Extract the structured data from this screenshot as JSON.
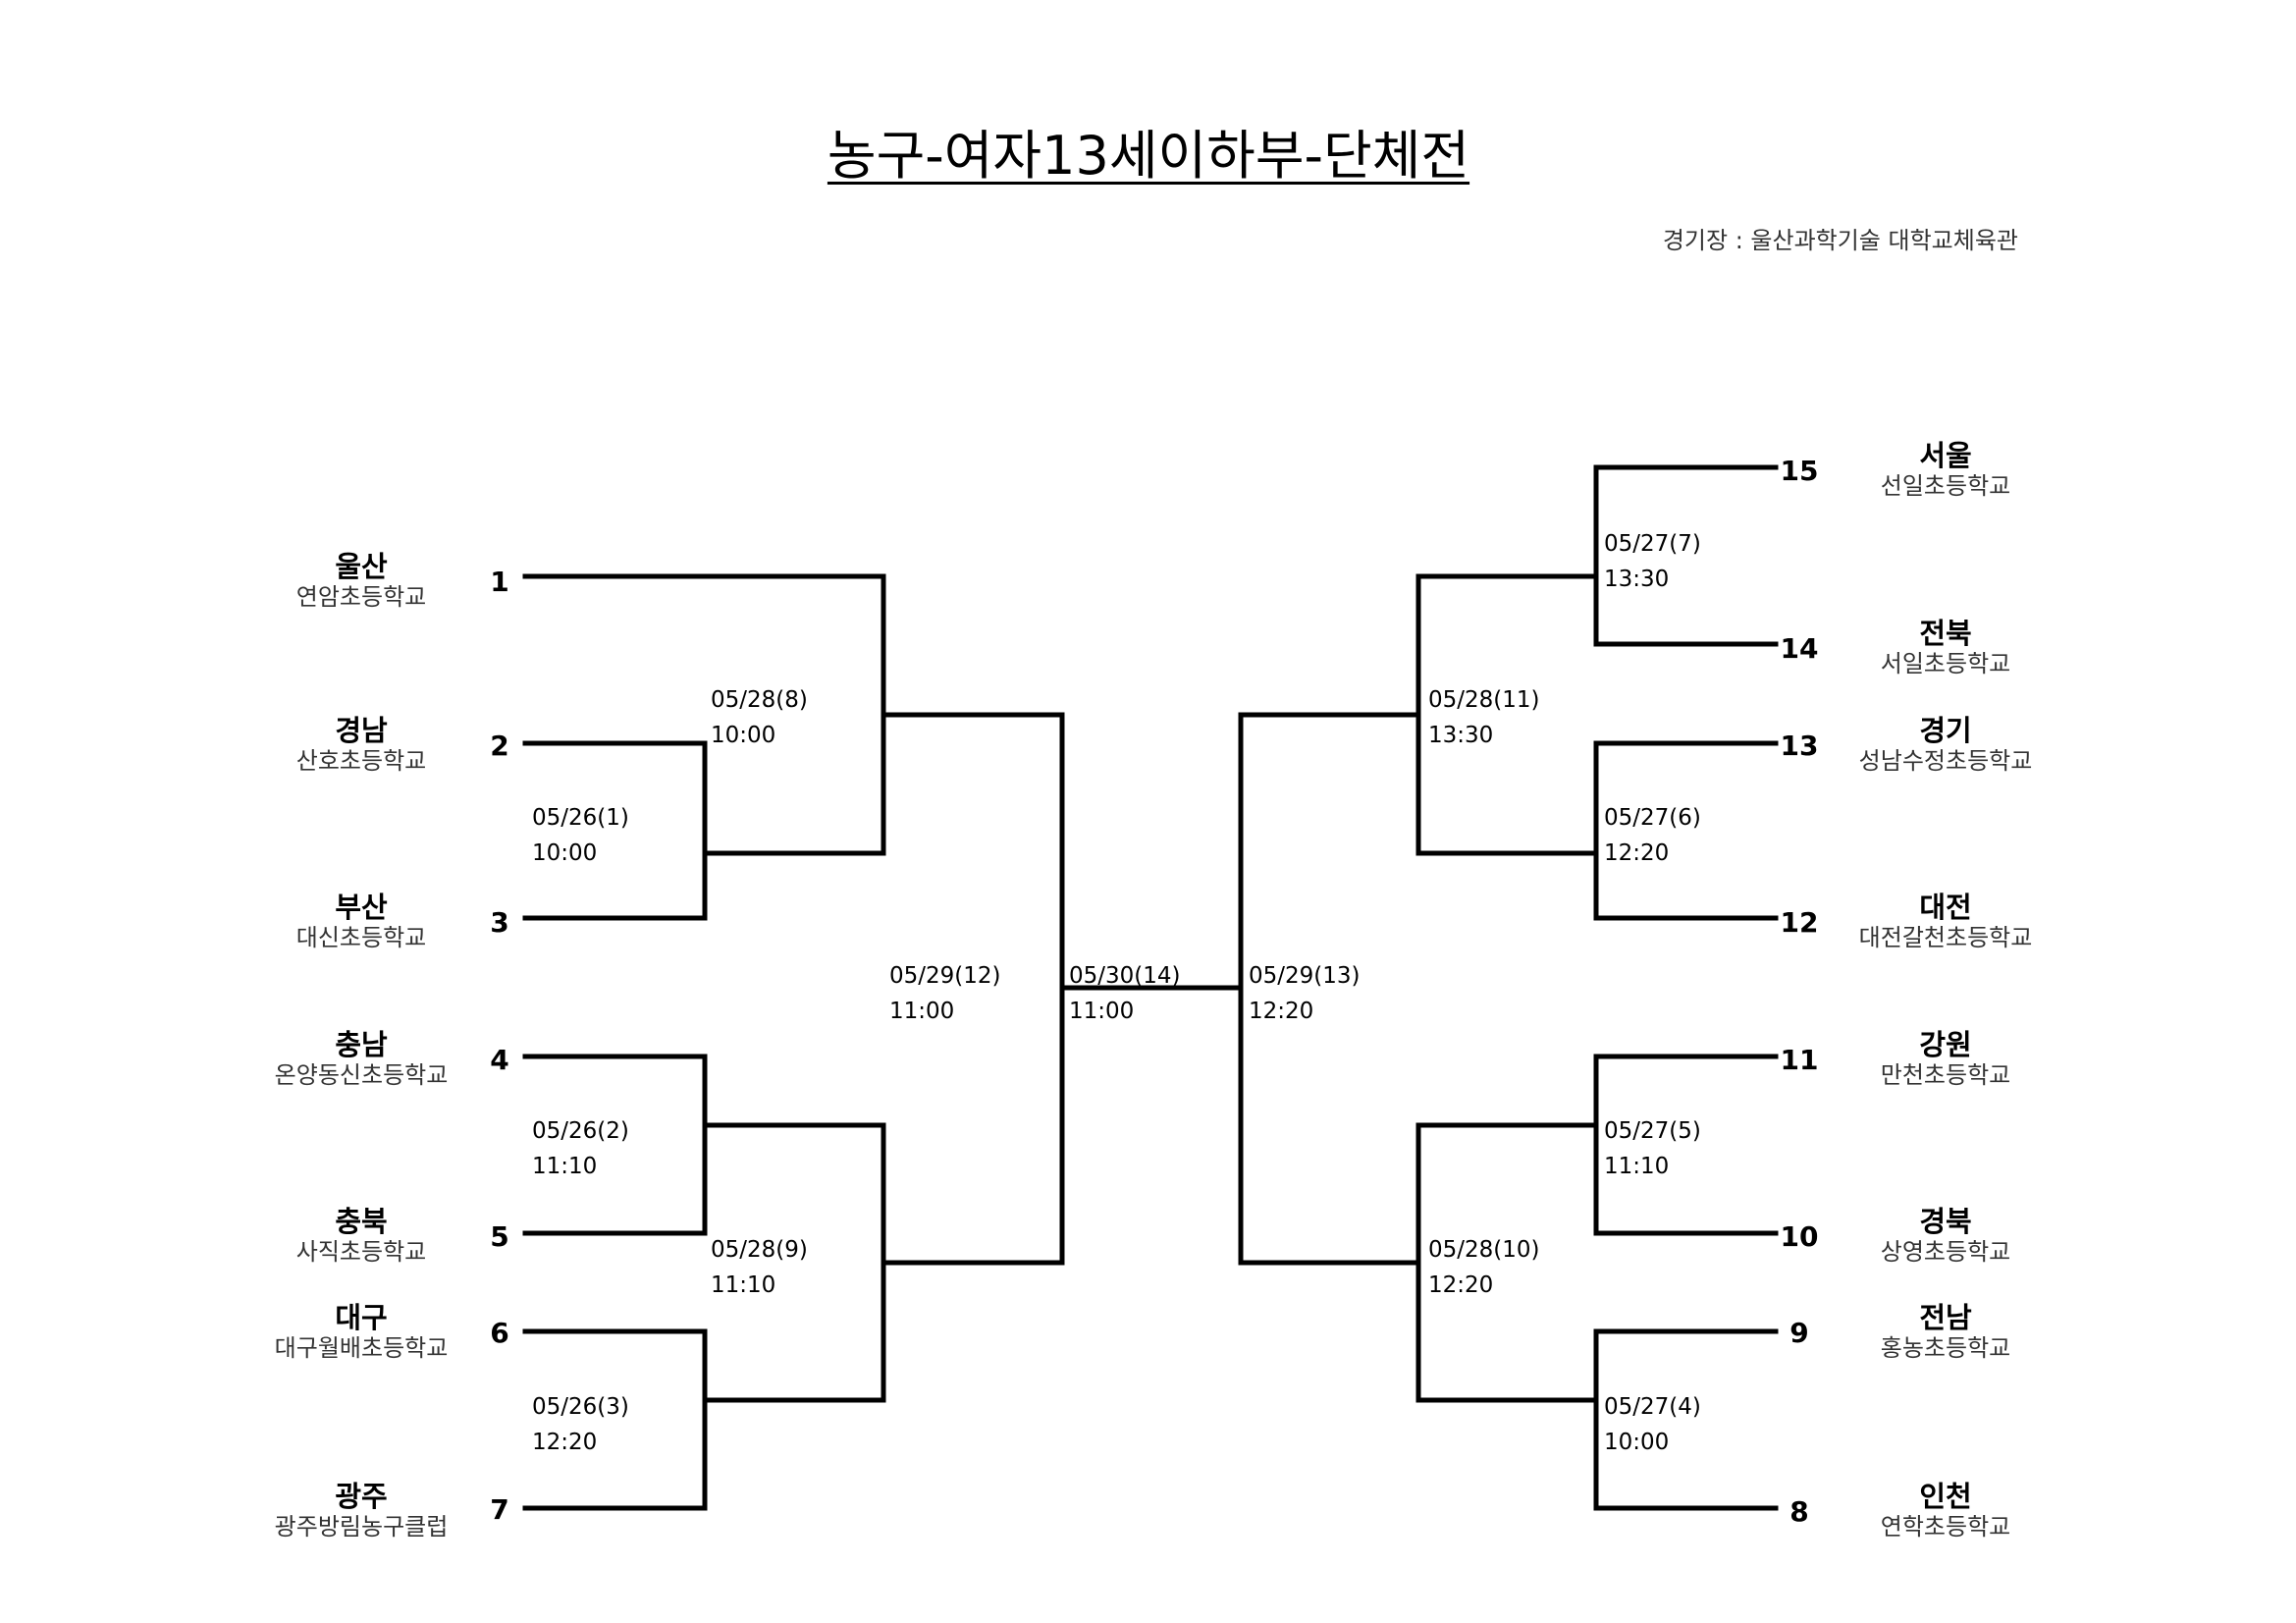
{
  "title": "농구-여자13세이하부-단체전",
  "venue": "경기장 : 울산과학기술 대학교체육관",
  "teams": [
    {
      "seed": "1",
      "region": "울산",
      "school": "연암초등학교"
    },
    {
      "seed": "2",
      "region": "경남",
      "school": "산호초등학교"
    },
    {
      "seed": "3",
      "region": "부산",
      "school": "대신초등학교"
    },
    {
      "seed": "4",
      "region": "충남",
      "school": "온양동신초등학교"
    },
    {
      "seed": "5",
      "region": "충북",
      "school": "사직초등학교"
    },
    {
      "seed": "6",
      "region": "대구",
      "school": "대구월배초등학교"
    },
    {
      "seed": "7",
      "region": "광주",
      "school": "광주방림농구클럽"
    },
    {
      "seed": "8",
      "region": "인천",
      "school": "연학초등학교"
    },
    {
      "seed": "9",
      "region": "전남",
      "school": "홍농초등학교"
    },
    {
      "seed": "10",
      "region": "경북",
      "school": "상영초등학교"
    },
    {
      "seed": "11",
      "region": "강원",
      "school": "만천초등학교"
    },
    {
      "seed": "12",
      "region": "대전",
      "school": "대전갈천초등학교"
    },
    {
      "seed": "13",
      "region": "경기",
      "school": "성남수정초등학교"
    },
    {
      "seed": "14",
      "region": "전북",
      "school": "서일초등학교"
    },
    {
      "seed": "15",
      "region": "서울",
      "school": "선일초등학교"
    }
  ],
  "matches": [
    {
      "date": "05/26(1)",
      "time": "10:00"
    },
    {
      "date": "05/26(2)",
      "time": "11:10"
    },
    {
      "date": "05/26(3)",
      "time": "12:20"
    },
    {
      "date": "05/27(4)",
      "time": "10:00"
    },
    {
      "date": "05/27(5)",
      "time": "11:10"
    },
    {
      "date": "05/27(6)",
      "time": "12:20"
    },
    {
      "date": "05/27(7)",
      "time": "13:30"
    },
    {
      "date": "05/28(8)",
      "time": "10:00"
    },
    {
      "date": "05/28(9)",
      "time": "11:10"
    },
    {
      "date": "05/28(10)",
      "time": "12:20"
    },
    {
      "date": "05/28(11)",
      "time": "13:30"
    },
    {
      "date": "05/29(12)",
      "time": "11:00"
    },
    {
      "date": "05/29(13)",
      "time": "12:20"
    },
    {
      "date": "05/30(14)",
      "time": "11:00"
    }
  ]
}
